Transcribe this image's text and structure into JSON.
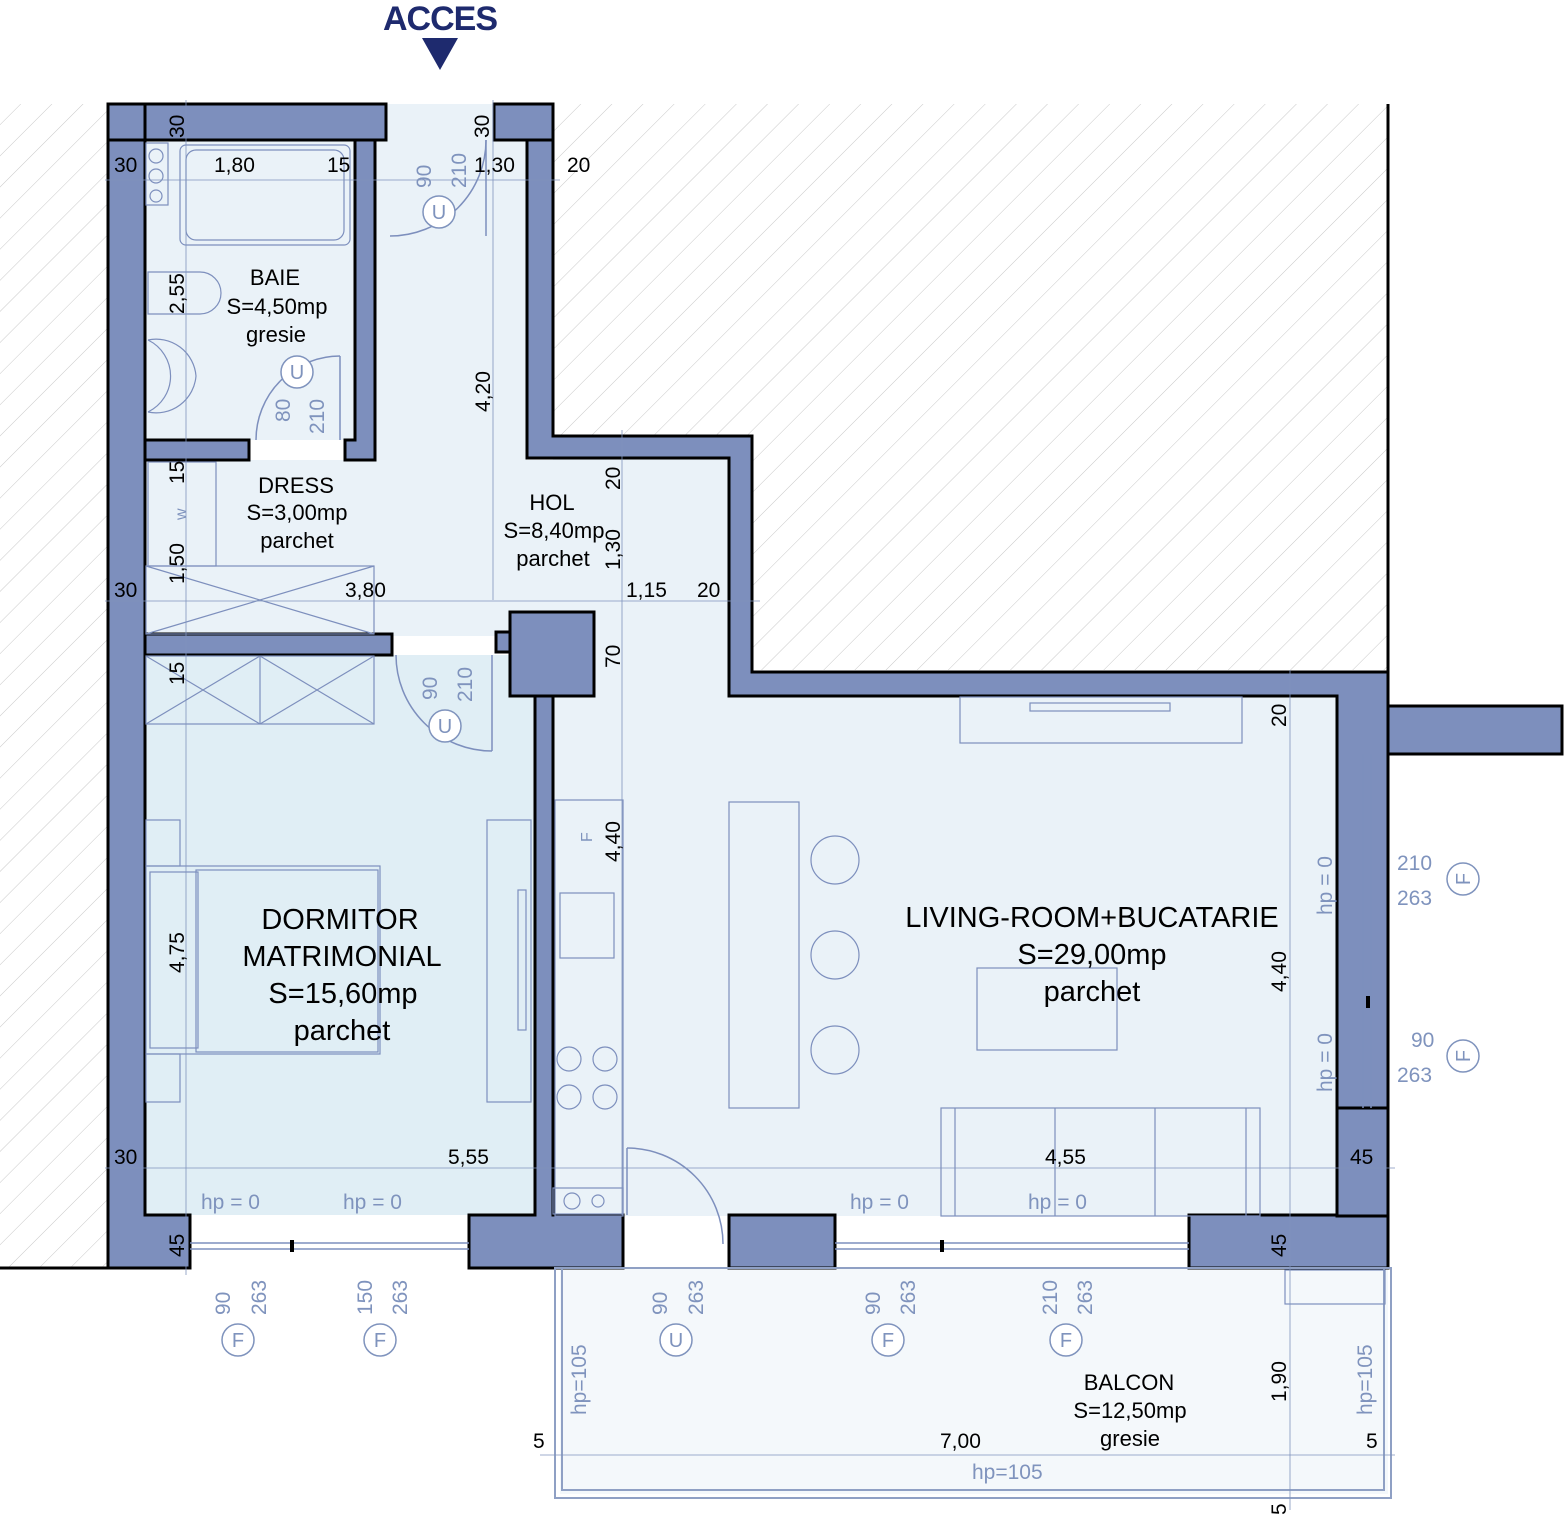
{
  "header": {
    "access_label": "ACCES"
  },
  "rooms": {
    "baie": {
      "name": "BAIE",
      "area": "S=4,50mp",
      "finish": "gresie"
    },
    "dress": {
      "name": "DRESS",
      "area": "S=3,00mp",
      "finish": "parchet"
    },
    "hol": {
      "name": "HOL",
      "area": "S=8,40mp",
      "finish": "parchet"
    },
    "dormitor": {
      "name_line1": "DORMITOR",
      "name_line2": "MATRIMONIAL",
      "area": "S=15,60mp",
      "finish": "parchet"
    },
    "living": {
      "name": "LIVING-ROOM+BUCATARIE",
      "area": "S=29,00mp",
      "finish": "parchet"
    },
    "balcon": {
      "name": "BALCON",
      "area": "S=12,50mp",
      "finish": "gresie"
    }
  },
  "dimensions": {
    "d30": "30",
    "d15": "15",
    "d20": "20",
    "d45": "45",
    "d5": "5",
    "d70": "70",
    "bath_len": "1,80",
    "hol_top": "1,30",
    "bath_h": "2,55",
    "hol_h": "4,20",
    "dress_h": "1,50",
    "corr_h": "1,30",
    "dress_w": "3,80",
    "corr_w": "1,15",
    "bed_h": "4,75",
    "kitchen_h": "4,40",
    "living_h": "4,40",
    "bed_w": "5,55",
    "living_w": "4,55",
    "balcon_w": "7,00",
    "balcon_h": "1,90",
    "w_mark": "w",
    "f_mark": "F"
  },
  "openings": {
    "u": "U",
    "f": "F",
    "h210": "210",
    "h263": "263",
    "w90": "90",
    "w80": "80",
    "w150": "150",
    "w210": "210",
    "hp0": "hp = 0",
    "hp0s": "hp =  0",
    "hp105": "hp=105"
  },
  "colors": {
    "wall": "#7d8fbd",
    "outline": "#000000",
    "floor_light": "#eaf2f8",
    "floor_bedroom": "#e0eef5",
    "annot": "#7f93bd",
    "title": "#1e2a6e"
  }
}
